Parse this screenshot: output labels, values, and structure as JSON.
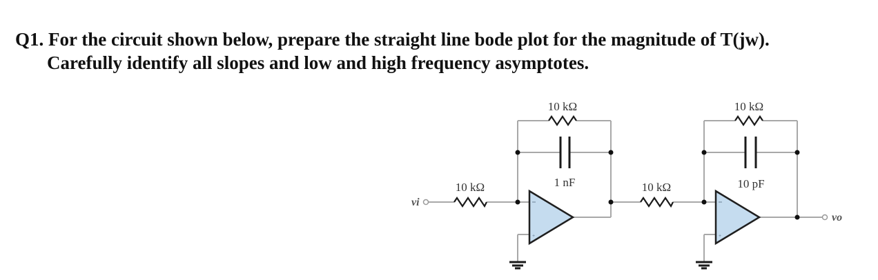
{
  "question": {
    "number": "Q1.",
    "line1": "Q1. For the circuit shown below, prepare the straight line bode plot for the magnitude of T(jw).",
    "line2": "Carefully identify all slopes and low and high frequency asymptotes."
  },
  "circuit": {
    "input_label": "vi",
    "output_label": "vo",
    "stage1": {
      "input_resistor": "10 kΩ",
      "feedback_resistor": "10 kΩ",
      "feedback_capacitor": "1 nF"
    },
    "stage2": {
      "input_resistor": "10 kΩ",
      "feedback_resistor": "10 kΩ",
      "feedback_capacitor": "10 pF"
    },
    "colors": {
      "wire": "#a8a8a8",
      "component": "#1a1a1a",
      "opamp_fill": "#c5dcef",
      "opamp_stroke": "#1f1f1f"
    }
  }
}
